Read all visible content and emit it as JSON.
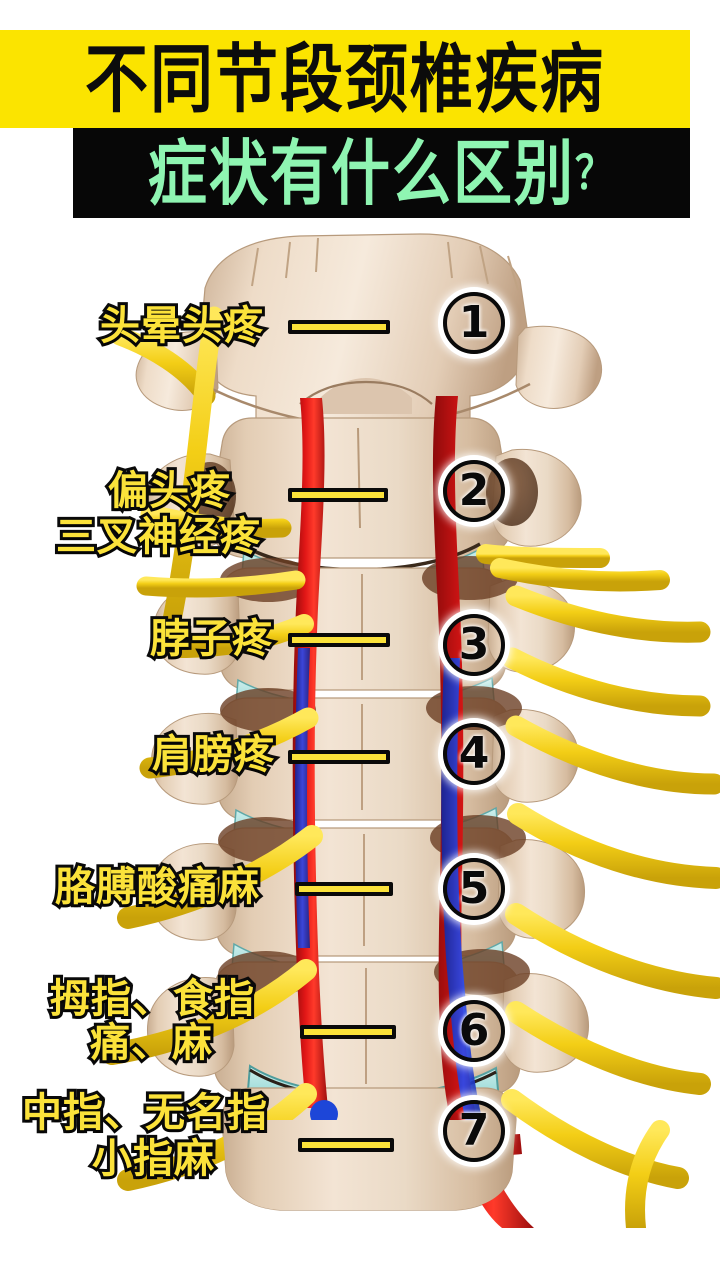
{
  "header": {
    "line1": "不同节段颈椎疾病",
    "line2": "症状有什么区别",
    "question_mark": "？",
    "yellow_bg": "#FBE400",
    "black_bg": "#070707",
    "green_text": "#8FF5B2",
    "dark_text": "#0c0c0c"
  },
  "labels": [
    {
      "id": "c1",
      "text": "头晕头疼"
    },
    {
      "id": "c2a",
      "text": "偏头疼"
    },
    {
      "id": "c2b",
      "text": "三叉神经疼"
    },
    {
      "id": "c3",
      "text": "脖子疼"
    },
    {
      "id": "c4",
      "text": "肩膀疼"
    },
    {
      "id": "c5",
      "text": "胳膊酸痛麻"
    },
    {
      "id": "c6a",
      "text": "拇指、食指"
    },
    {
      "id": "c6b",
      "text": "痛、麻"
    },
    {
      "id": "c7a",
      "text": "中指、无名指"
    },
    {
      "id": "c7b",
      "text": "小指麻"
    }
  ],
  "vertebra_numbers": [
    "1",
    "2",
    "3",
    "4",
    "5",
    "6",
    "7"
  ],
  "palette": {
    "label_yellow": "#FBE23A",
    "label_stroke": "#0a0a0a",
    "nerve_yellow": "#F2CE12",
    "artery_red": "#D61414",
    "vein_blue": "#1D3FD6",
    "disc_cyan": "#A8E6E4",
    "bone_light": "#EFDCC8",
    "bone_mid": "#DCC3A8",
    "bone_shadow": "#7A5B3E"
  }
}
